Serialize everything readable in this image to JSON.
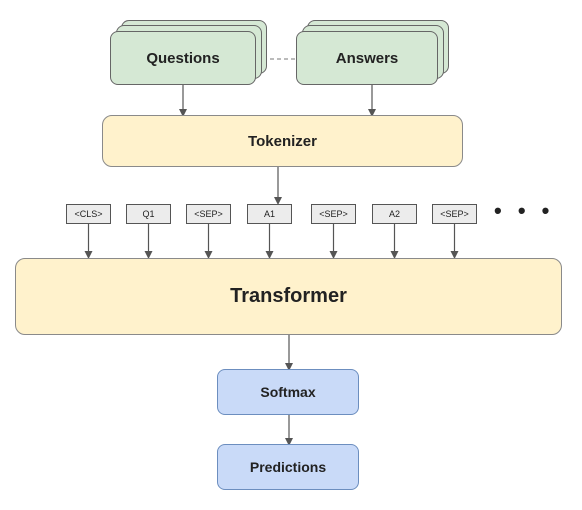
{
  "nodes": {
    "questions": "Questions",
    "answers": "Answers",
    "tokenizer": "Tokenizer",
    "transformer": "Transformer",
    "softmax": "Softmax",
    "predictions": "Predictions"
  },
  "tokens": [
    "<CLS>",
    "Q1",
    "<SEP>",
    "A1",
    "<SEP>",
    "A2",
    "<SEP>"
  ],
  "ellipsis": "• • •",
  "colors": {
    "green_fill": "#d5e8d4",
    "yellow_fill": "#fff2cc",
    "blue_fill": "#c9daf8",
    "token_fill": "#ececec",
    "arrow": "#555555"
  }
}
